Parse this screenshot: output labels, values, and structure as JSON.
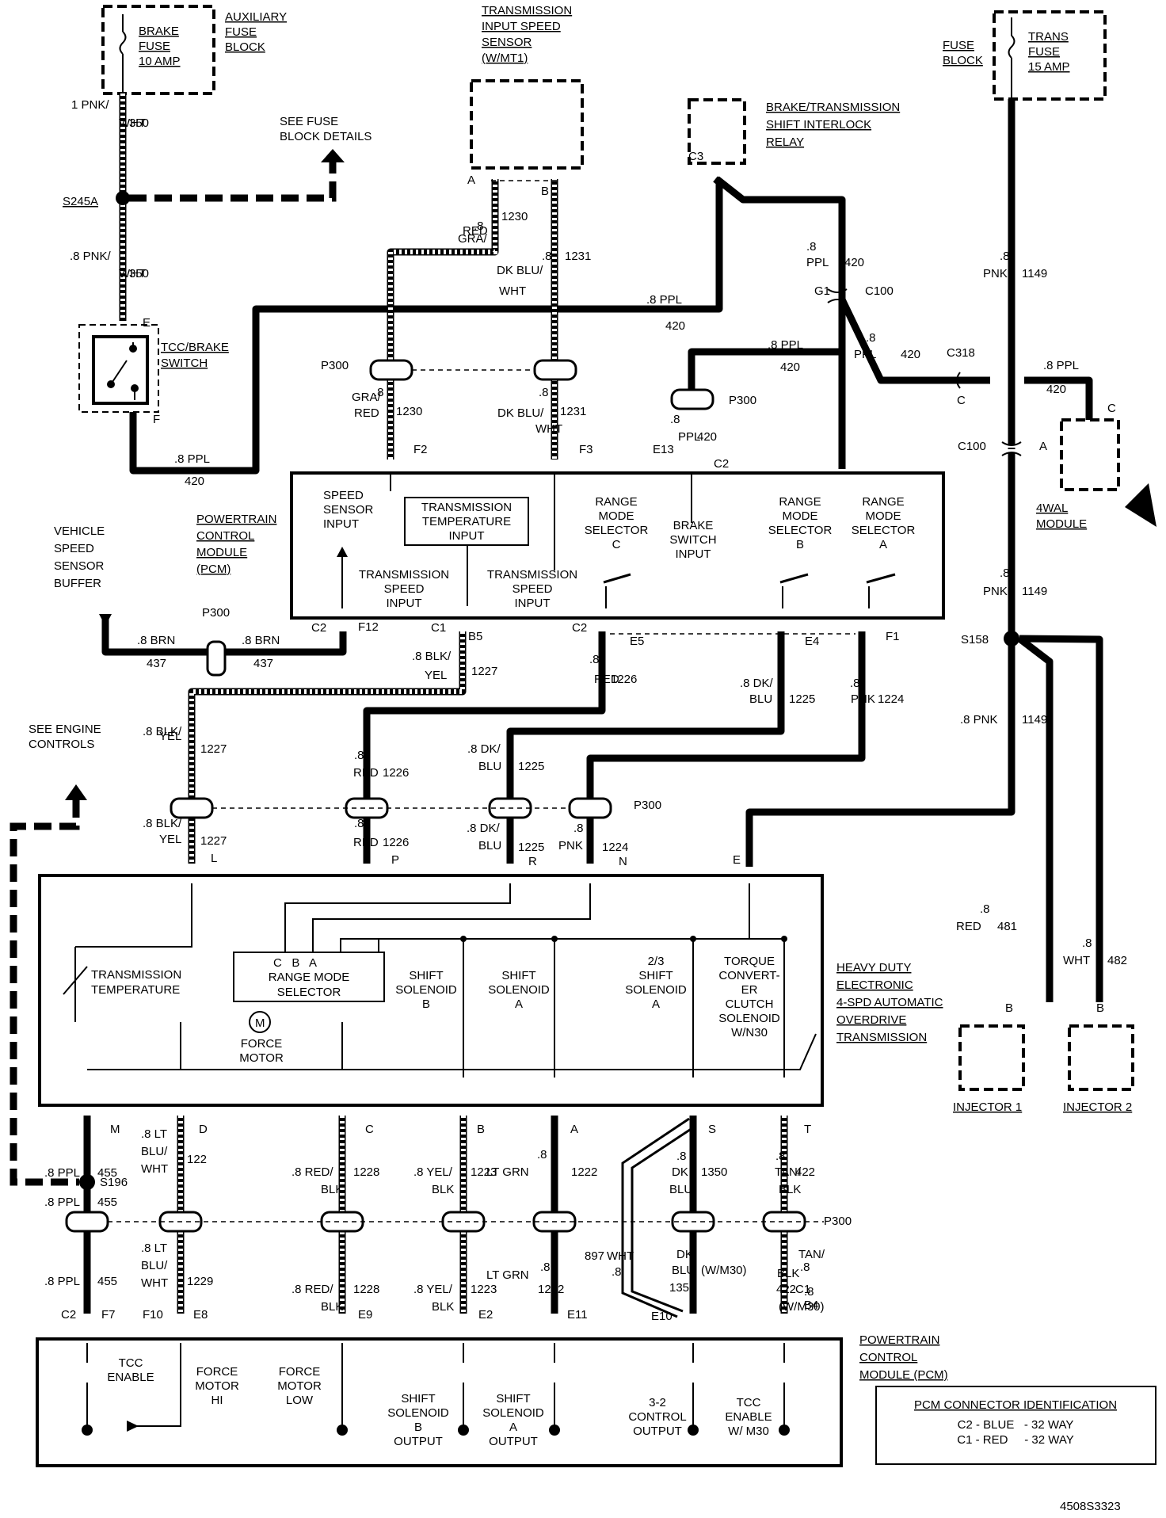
{
  "fuses": {
    "brake": [
      "BRAKE",
      "FUSE",
      "10 AMP"
    ],
    "aux_block": [
      "AUXILIARY",
      "FUSE",
      "BLOCK"
    ],
    "trans": [
      "TRANS",
      "FUSE",
      "15 AMP"
    ],
    "fuse_block": [
      "FUSE",
      "BLOCK"
    ]
  },
  "components": {
    "tiss": [
      "TRANSMISSION",
      "INPUT SPEED",
      "SENSOR",
      "(W/MT1)"
    ],
    "relay": [
      "BRAKE/TRANSMISSION",
      "SHIFT INTERLOCK",
      "RELAY"
    ],
    "see_fuse": [
      "SEE FUSE",
      "BLOCK DETAILS"
    ],
    "tcc_switch": [
      "TCC/BRAKE",
      "SWITCH"
    ],
    "vssb": [
      "VEHICLE",
      "SPEED",
      "SENSOR",
      "BUFFER"
    ],
    "pcm_label": [
      "POWERTRAIN",
      "CONTROL",
      "MODULE",
      "(PCM)"
    ],
    "wal": [
      "4WAL",
      "MODULE"
    ],
    "see_engine": [
      "SEE ENGINE",
      "CONTROLS"
    ],
    "trans_label": [
      "HEAVY DUTY",
      "ELECTRONIC",
      "4-SPD AUTOMATIC",
      "OVERDRIVE",
      "TRANSMISSION"
    ],
    "injector1": "INJECTOR 1",
    "injector2": "INJECTOR 2",
    "pcm_label2": [
      "POWERTRAIN",
      "CONTROL",
      "MODULE (PCM)"
    ]
  },
  "pcm_upper": {
    "speed_sensor": [
      "SPEED",
      "SENSOR",
      "INPUT"
    ],
    "trans_temp": [
      "TRANSMISSION",
      "TEMPERATURE",
      "INPUT"
    ],
    "tss_left": [
      "TRANSMISSION",
      "SPEED",
      "INPUT"
    ],
    "tss_right": [
      "TRANSMISSION",
      "SPEED",
      "INPUT"
    ],
    "rms_c": [
      "RANGE",
      "MODE",
      "SELECTOR",
      "C"
    ],
    "brake_sw": [
      "BRAKE",
      "SWITCH",
      "INPUT"
    ],
    "rms_b": [
      "RANGE",
      "MODE",
      "SELECTOR",
      "B"
    ],
    "rms_a": [
      "RANGE",
      "MODE",
      "SELECTOR",
      "A"
    ]
  },
  "trans_box": {
    "temp": [
      "TRANSMISSION",
      "TEMPERATURE"
    ],
    "rms_pins": "C   B   A",
    "rms": [
      "RANGE MODE",
      "SELECTOR"
    ],
    "force_motor": [
      "FORCE",
      "MOTOR"
    ],
    "motor_glyph": "M",
    "ss_b": [
      "SHIFT",
      "SOLENOID",
      "B"
    ],
    "ss_a": [
      "SHIFT",
      "SOLENOID",
      "A"
    ],
    "ss_23": [
      "2/3",
      "SHIFT",
      "SOLENOID",
      "A"
    ],
    "tcc": [
      "TORQUE",
      "CONVERT-",
      "ER",
      "CLUTCH",
      "SOLENOID",
      "W/N30"
    ]
  },
  "pcm_lower": {
    "tcc_enable": [
      "TCC",
      "ENABLE"
    ],
    "fm_hi": [
      "FORCE",
      "MOTOR",
      "HI"
    ],
    "fm_low": [
      "FORCE",
      "MOTOR",
      "LOW"
    ],
    "ssb_out": [
      "SHIFT",
      "SOLENOID",
      "B",
      "OUTPUT"
    ],
    "ssa_out": [
      "SHIFT",
      "SOLENOID",
      "A",
      "OUTPUT"
    ],
    "ctrl_32": [
      "3-2",
      "CONTROL",
      "OUTPUT"
    ],
    "tcc_m30": [
      "TCC",
      "ENABLE",
      "W/ M30"
    ]
  },
  "connector_id": {
    "title": "PCM CONNECTOR IDENTIFICATION",
    "lines": [
      "C2 - BLUE   - 32 WAY",
      "C1 - RED     - 32 WAY"
    ]
  },
  "labels": [
    {
      "t": "1 PNK/",
      "k": "w"
    },
    {
      "t": "WHT",
      "k": "w"
    },
    {
      "t": "350"
    },
    {
      "t": "S245A",
      "k": "u"
    },
    {
      "t": ".8 PNK/"
    },
    {
      "t": "WHT"
    },
    {
      "t": "350"
    },
    {
      "t": "E"
    },
    {
      "t": "F"
    },
    {
      "t": ".8 PPL"
    },
    {
      "t": "420"
    },
    {
      "t": "A"
    },
    {
      "t": "B"
    },
    {
      "t": ".8"
    },
    {
      "t": "GRA/"
    },
    {
      "t": "RED"
    },
    {
      "t": "1230"
    },
    {
      "t": ".8"
    },
    {
      "t": "DK BLU/"
    },
    {
      "t": "WHT"
    },
    {
      "t": "1231"
    },
    {
      "t": ".8 PPL"
    },
    {
      "t": "420"
    },
    {
      "t": "C3"
    },
    {
      "t": ".8"
    },
    {
      "t": "PPL"
    },
    {
      "t": "420"
    },
    {
      "t": "G1"
    },
    {
      "t": "C100"
    },
    {
      "t": ".8 PPL"
    },
    {
      "t": "420"
    },
    {
      "t": ".8"
    },
    {
      "t": "PPL"
    },
    {
      "t": "420"
    },
    {
      "t": "C318"
    },
    {
      "t": "C"
    },
    {
      "t": ".8 PPL"
    },
    {
      "t": "420"
    },
    {
      "t": "C"
    },
    {
      "t": "P300"
    },
    {
      "t": ".8"
    },
    {
      "t": "GRA/"
    },
    {
      "t": "RED"
    },
    {
      "t": "1230"
    },
    {
      "t": ".8"
    },
    {
      "t": "DK BLU/"
    },
    {
      "t": "WHT"
    },
    {
      "t": "1231"
    },
    {
      "t": "P300"
    },
    {
      "t": ".8"
    },
    {
      "t": "PPL"
    },
    {
      "t": "420"
    },
    {
      "t": "F2"
    },
    {
      "t": "F3"
    },
    {
      "t": "E13"
    },
    {
      "t": "C2"
    },
    {
      "t": ".8"
    },
    {
      "t": "PNK"
    },
    {
      "t": "1149"
    },
    {
      "t": "C100"
    },
    {
      "t": "A"
    },
    {
      "t": ".8"
    },
    {
      "t": "PNK"
    },
    {
      "t": "1149"
    },
    {
      "t": "S158"
    },
    {
      "t": ".8 PNK"
    },
    {
      "t": "1149"
    },
    {
      "t": "P300"
    },
    {
      "t": ".8 BRN"
    },
    {
      "t": "437"
    },
    {
      "t": ".8 BRN"
    },
    {
      "t": "437"
    },
    {
      "t": "C2"
    },
    {
      "t": "F12"
    },
    {
      "t": "C1"
    },
    {
      "t": "B5"
    },
    {
      "t": ".8 BLK/"
    },
    {
      "t": "YEL"
    },
    {
      "t": "1227"
    },
    {
      "t": "C2"
    },
    {
      "t": "E5"
    },
    {
      "t": ".8"
    },
    {
      "t": "RED"
    },
    {
      "t": "1226"
    },
    {
      "t": "E4"
    },
    {
      "t": "F1"
    },
    {
      "t": ".8 DK/"
    },
    {
      "t": "BLU"
    },
    {
      "t": "1225"
    },
    {
      "t": ".8"
    },
    {
      "t": "PNK"
    },
    {
      "t": "1224"
    },
    {
      "t": ".8 BLK/"
    },
    {
      "t": "YEL"
    },
    {
      "t": "1227"
    },
    {
      "t": ".8"
    },
    {
      "t": "RED"
    },
    {
      "t": "1226"
    },
    {
      "t": ".8 DK/"
    },
    {
      "t": "BLU"
    },
    {
      "t": "1225"
    },
    {
      "t": "P300"
    },
    {
      "t": ".8 BLK/"
    },
    {
      "t": "YEL"
    },
    {
      "t": "1227"
    },
    {
      "t": "L"
    },
    {
      "t": ".8"
    },
    {
      "t": "RED"
    },
    {
      "t": "1226"
    },
    {
      "t": "P"
    },
    {
      "t": ".8 DK/"
    },
    {
      "t": "BLU"
    },
    {
      "t": "1225"
    },
    {
      "t": "R"
    },
    {
      "t": ".8"
    },
    {
      "t": "PNK"
    },
    {
      "t": "1224"
    },
    {
      "t": "N"
    },
    {
      "t": "E"
    },
    {
      "t": ".8"
    },
    {
      "t": "RED"
    },
    {
      "t": "481"
    },
    {
      "t": ".8"
    },
    {
      "t": "WHT"
    },
    {
      "t": "482"
    },
    {
      "t": "B"
    },
    {
      "t": "B"
    },
    {
      "t": "M"
    },
    {
      "t": ".8 PPL"
    },
    {
      "t": "455"
    },
    {
      "t": "S196"
    },
    {
      "t": ".8 PPL"
    },
    {
      "t": "455"
    },
    {
      "t": "D"
    },
    {
      "t": ".8 LT"
    },
    {
      "t": "BLU/"
    },
    {
      "t": "WHT"
    },
    {
      "t": "122"
    },
    {
      "t": "C"
    },
    {
      "t": ".8 RED/"
    },
    {
      "t": "BLK"
    },
    {
      "t": "1228"
    },
    {
      "t": "B"
    },
    {
      "t": ".8 YEL/"
    },
    {
      "t": "BLK"
    },
    {
      "t": "1223"
    },
    {
      "t": "LT GRN"
    },
    {
      "t": "A"
    },
    {
      "t": ".8"
    },
    {
      "t": "1222"
    },
    {
      "t": "S"
    },
    {
      "t": ".8"
    },
    {
      "t": "DK"
    },
    {
      "t": "BLU"
    },
    {
      "t": "1350"
    },
    {
      "t": "T"
    },
    {
      "t": ".8"
    },
    {
      "t": "TAN/"
    },
    {
      "t": "BLK"
    },
    {
      "t": "422"
    },
    {
      "t": "P300"
    },
    {
      "t": ".8 PPL"
    },
    {
      "t": "455"
    },
    {
      "t": ".8 LT"
    },
    {
      "t": "BLU/"
    },
    {
      "t": "WHT"
    },
    {
      "t": "1229"
    },
    {
      "t": ".8 RED/"
    },
    {
      "t": "BLK"
    },
    {
      "t": "1228"
    },
    {
      "t": ".8 YEL/"
    },
    {
      "t": "BLK"
    },
    {
      "t": "1223"
    },
    {
      "t": ".8"
    },
    {
      "t": "LT GRN"
    },
    {
      "t": "1222"
    },
    {
      "t": ".8"
    },
    {
      "t": "WHT"
    },
    {
      "t": "897"
    },
    {
      "t": ".8"
    },
    {
      "t": "DK"
    },
    {
      "t": "BLU"
    },
    {
      "t": "1350"
    },
    {
      "t": "(W/M30)"
    },
    {
      "t": ".8"
    },
    {
      "t": "TAN/"
    },
    {
      "t": "BLK"
    },
    {
      "t": "422"
    },
    {
      "t": "(W/M30)"
    },
    {
      "t": "C1"
    },
    {
      "t": "B4"
    },
    {
      "t": "C2"
    },
    {
      "t": "F7"
    },
    {
      "t": "F10"
    },
    {
      "t": "E8"
    },
    {
      "t": "E9"
    },
    {
      "t": "E2"
    },
    {
      "t": "E11"
    },
    {
      "t": "E10"
    }
  ],
  "diagram_id": "4508S3323"
}
